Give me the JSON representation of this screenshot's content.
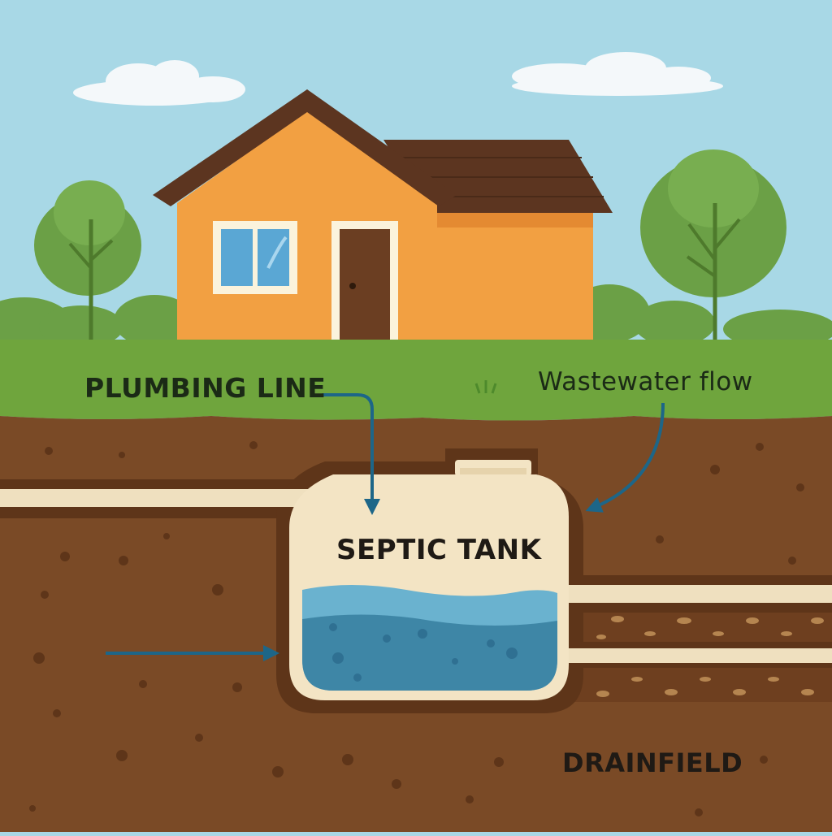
{
  "diagram": {
    "labels": {
      "plumbing_line": "PLUMBING LINE",
      "wastewater_flow": "Wastewater flow",
      "septic_tank": "SEPTIC TANK",
      "drainfield": "DRAINFIELD"
    },
    "colors": {
      "sky": "#a8d8e6",
      "cloud": "#f4f8fa",
      "grass": "#6fa53d",
      "soil": "#7a4a26",
      "soil_dark": "#5e3519",
      "house_wall": "#f2a042",
      "house_wall_shade": "#e48a32",
      "roof": "#5c3520",
      "door": "#6b3e22",
      "window_glass": "#5aa7d4",
      "tree": "#6ba046",
      "pipe": "#efe0bf",
      "tank_body": "#f3e4c4",
      "water": "#4f9fc2",
      "water_deep": "#2f7b9c",
      "arrow": "#1d6688",
      "gravel": "#b58550"
    },
    "icons": [
      "house-icon",
      "tree-icon",
      "cloud-icon",
      "arrow-icon"
    ]
  }
}
